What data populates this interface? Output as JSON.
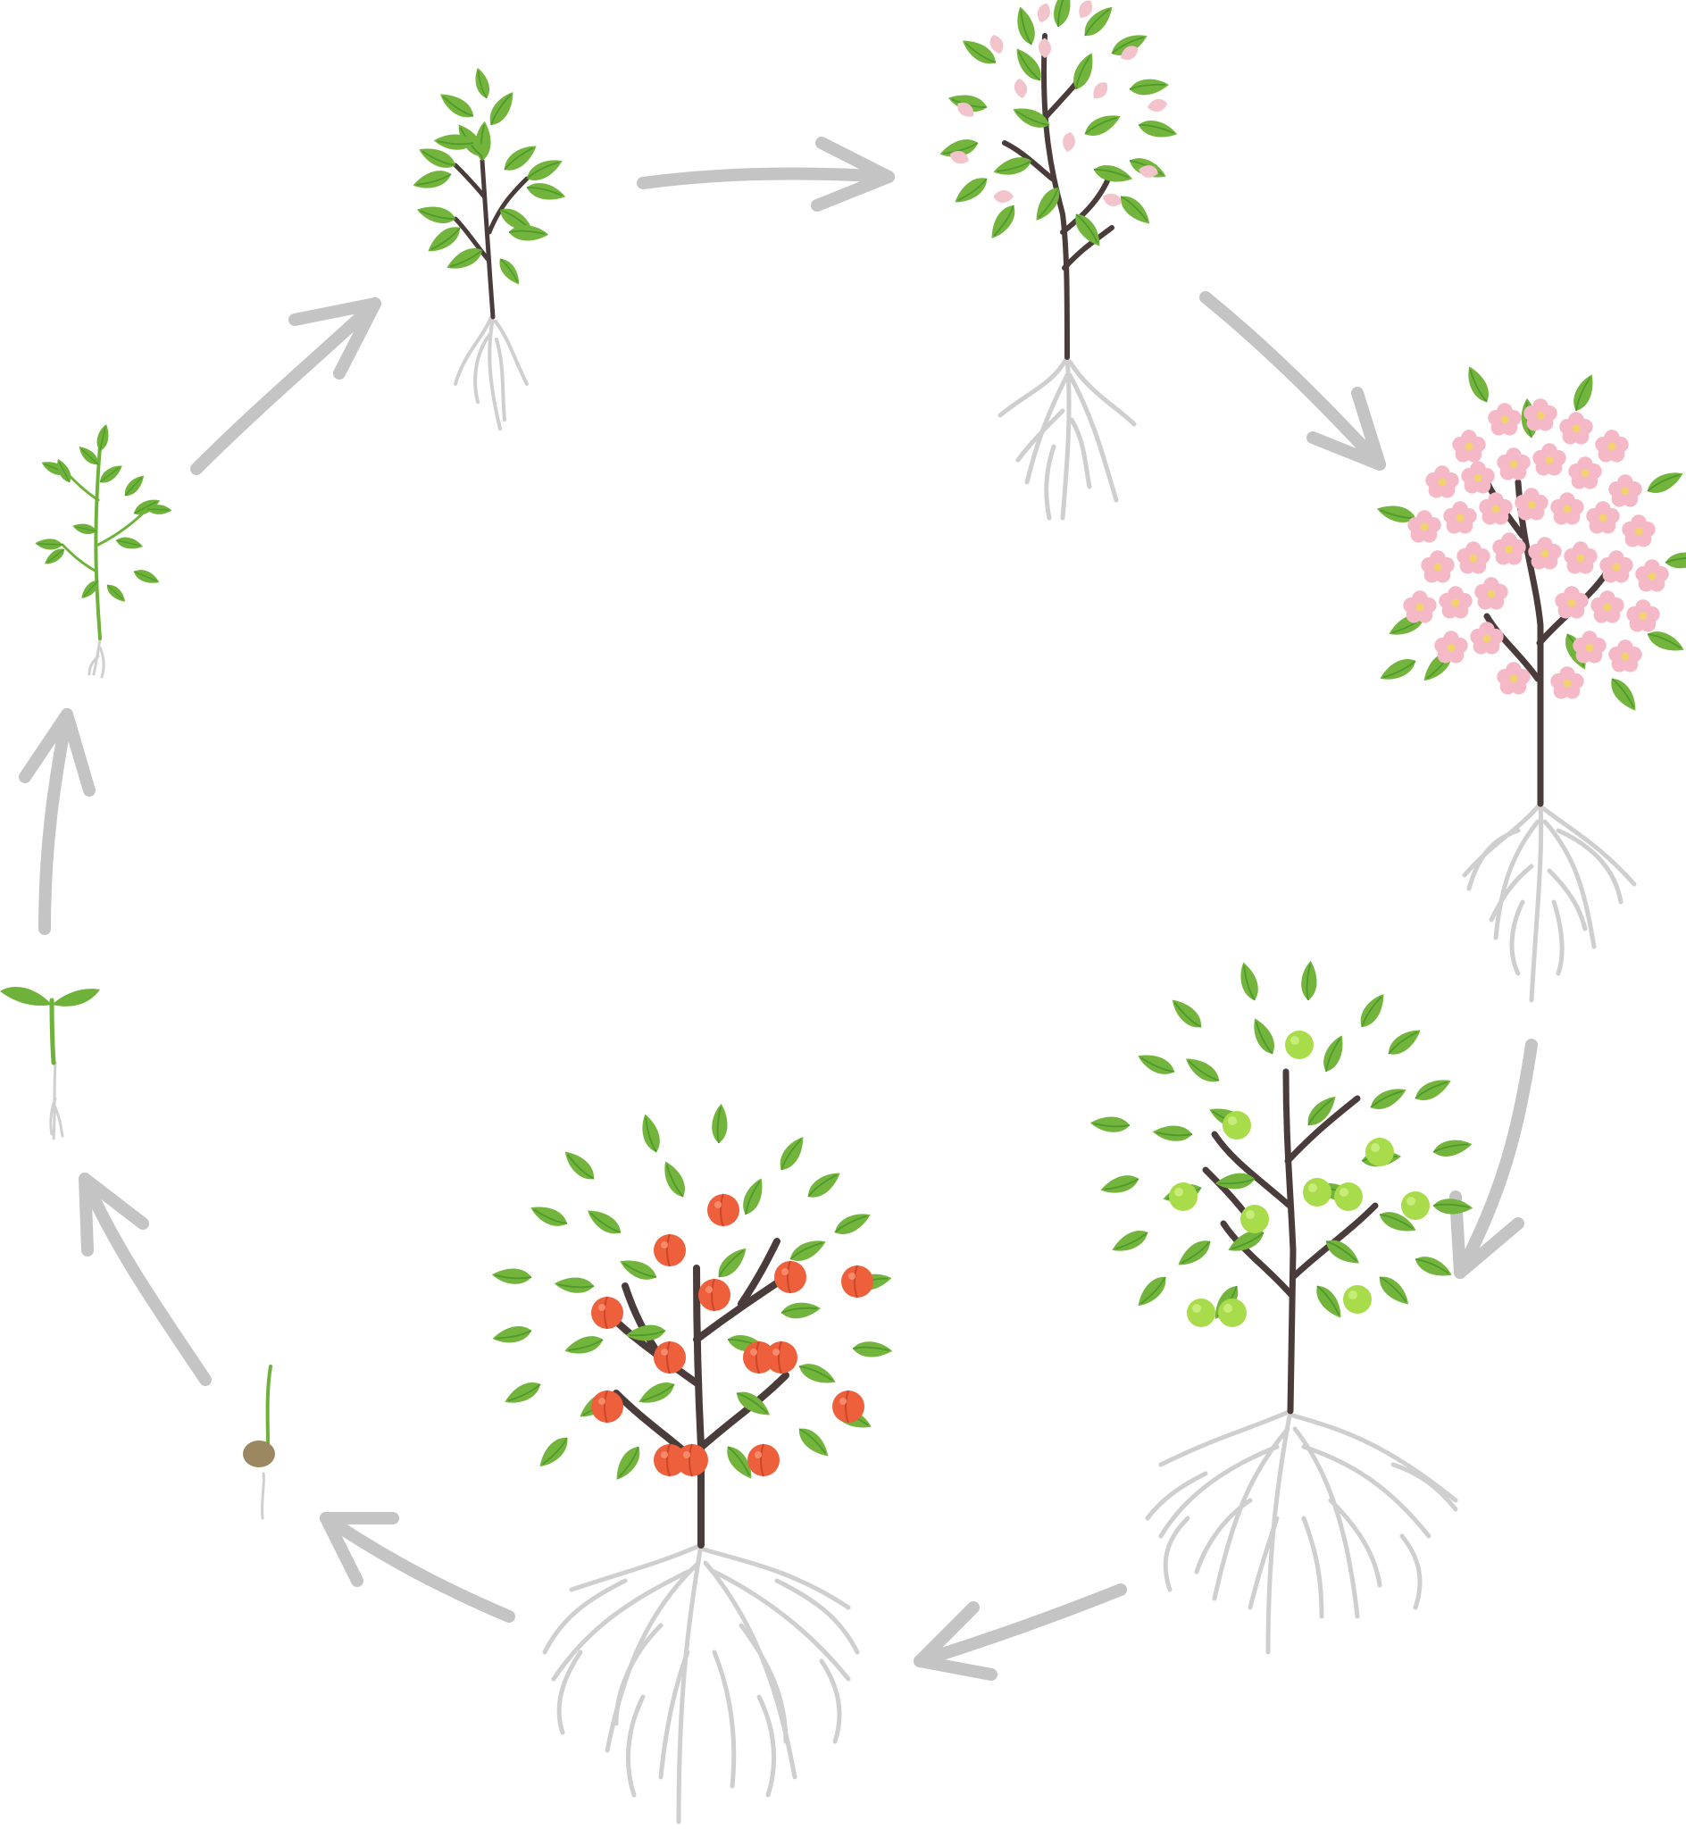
{
  "diagram": {
    "type": "cycle",
    "stages": [
      {
        "id": "seed",
        "name": "germinating-seed"
      },
      {
        "id": "sprout",
        "name": "sprout"
      },
      {
        "id": "seedling",
        "name": "seedling"
      },
      {
        "id": "young-plant",
        "name": "young-plant"
      },
      {
        "id": "budding-tree",
        "name": "budding-tree"
      },
      {
        "id": "flowering-tree",
        "name": "flowering-tree"
      },
      {
        "id": "green-fruit-tree",
        "name": "green-fruit-tree"
      },
      {
        "id": "ripe-fruit-tree",
        "name": "ripe-fruit-tree"
      }
    ],
    "colors": {
      "arrow": "#c4c4c4",
      "root": "#cfcfcf",
      "trunk": "#4a3c3a",
      "leaf": "#6fb23a",
      "leaf_dark": "#4e9a2a",
      "blossom": "#f4b8c6",
      "blossom_center": "#f2d36b",
      "bud": "#f3c3cc",
      "unripe_fruit": "#a9dc4a",
      "ripe_fruit": "#ee5f3c",
      "seed": "#9b8860"
    }
  }
}
